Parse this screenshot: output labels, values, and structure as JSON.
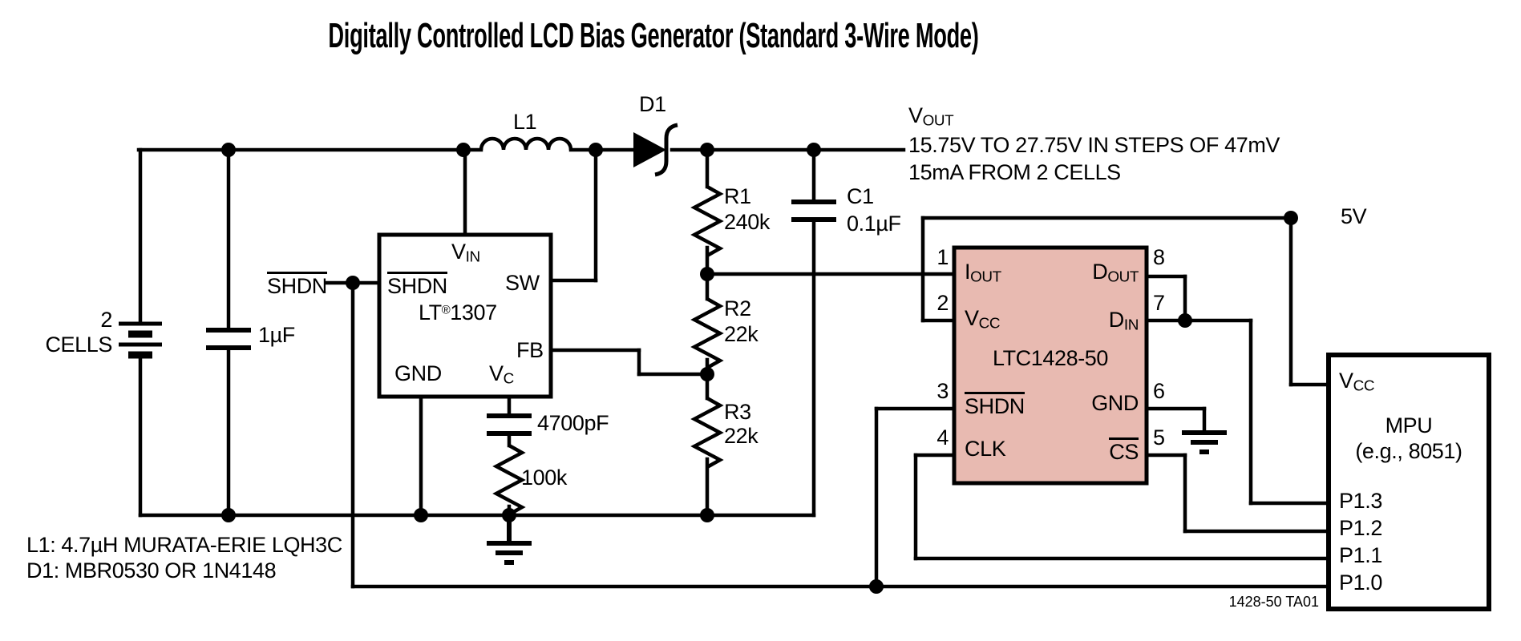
{
  "title": "Digitally Controlled LCD Bias Generator (Standard 3-Wire Mode)",
  "output": {
    "label_base": "V",
    "label_sub": "OUT",
    "spec_line1": "15.75V TO 27.75V IN STEPS OF 47mV",
    "spec_line2": "15mA FROM 2 CELLS"
  },
  "supply_5v": "5V",
  "battery": {
    "line1": "2",
    "line2": "CELLS"
  },
  "input_cap": "1µF",
  "shdn_input": "SHDN",
  "inductor": {
    "name": "L1"
  },
  "diode": {
    "name": "D1"
  },
  "r1": {
    "name": "R1",
    "value": "240k"
  },
  "c1": {
    "name": "C1",
    "value": "0.1µF"
  },
  "r2": {
    "name": "R2",
    "value": "22k"
  },
  "r3": {
    "name": "R3",
    "value": "22k"
  },
  "comp_cap": "4700pF",
  "comp_res": "100k",
  "lt1307": {
    "shdn": "SHDN",
    "vin_base": "V",
    "vin_sub": "IN",
    "sw": "SW",
    "name_pre": "LT",
    "name_sup": "®",
    "name_post": "1307",
    "gnd": "GND",
    "fb": "FB",
    "vc_base": "V",
    "vc_sub": "C"
  },
  "ltc1428": {
    "name": "LTC1428-50",
    "pin1": "1",
    "pin2": "2",
    "pin3": "3",
    "pin4": "4",
    "pin5": "5",
    "pin6": "6",
    "pin7": "7",
    "pin8": "8",
    "iout_base": "I",
    "iout_sub": "OUT",
    "vcc_base": "V",
    "vcc_sub": "CC",
    "shdn": "SHDN",
    "clk": "CLK",
    "dout_base": "D",
    "dout_sub": "OUT",
    "din_base": "D",
    "din_sub": "IN",
    "gnd": "GND",
    "cs": "CS"
  },
  "mpu": {
    "vcc_base": "V",
    "vcc_sub": "CC",
    "name": "MPU",
    "subtitle": "(e.g., 8051)",
    "p13": "P1.3",
    "p12": "P1.2",
    "p11": "P1.1",
    "p10": "P1.0"
  },
  "notes": {
    "line1": "L1: 4.7µH MURATA-ERIE LQH3C",
    "line2": "D1: MBR0530 OR 1N4148"
  },
  "footer": "1428-50 TA01",
  "colors": {
    "wire": "#000000",
    "chip_fill": "#e8bab1",
    "background": "#ffffff"
  }
}
